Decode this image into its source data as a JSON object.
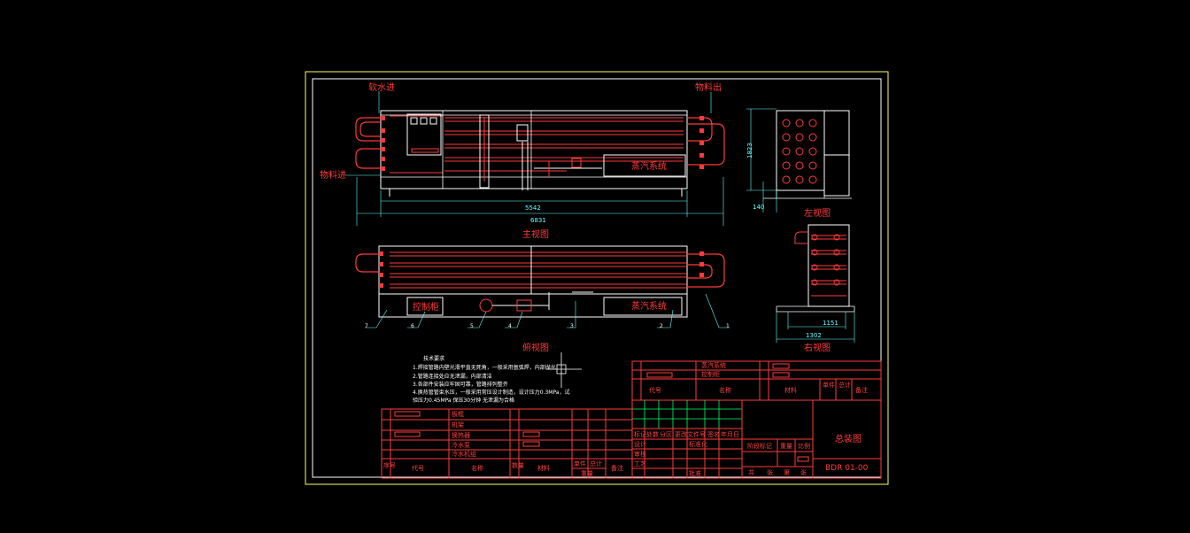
{
  "views": {
    "front": "主视图",
    "top": "俯视图",
    "left": "左视图",
    "right": "右视图"
  },
  "callouts": {
    "feed_out": "物料出",
    "feed_in": "物料进",
    "water_in": "软水进",
    "steam_system": "蒸汽系统",
    "control_box": "控制柜",
    "steam_system_top": "蒸汽系统"
  },
  "dimensions": {
    "overall_length": "6831",
    "inner_length": "5542",
    "height": "1823",
    "foot": "140",
    "right_width_outer": "1302",
    "right_width_inner": "1151"
  },
  "part_numbers": [
    "7",
    "6",
    "5",
    "4",
    "3",
    "2",
    "1"
  ],
  "notes": {
    "title": "技术要求",
    "lines": [
      "1.焊接管路内壁光滑平直无死角，一般采用氩弧焊，内部抛光",
      "2.管路连接处应无泄漏，内部清洁",
      "3.各部件安装应牢固可靠，管路排列整齐",
      "4.换热管管束水压，一般采用常压设计制造，设计压力0.3MPa，试",
      "验压力0.45MPa 保压30分钟 无泄漏为合格"
    ]
  },
  "title_block": {
    "drawing_name": "总装图",
    "drawing_no": "BDR 01-00",
    "bom_upper": [
      "蒸汽系统",
      "控制柜"
    ],
    "bom_lower": [
      "板框",
      "机架",
      "换热器",
      "冷水泵",
      "冷水机组"
    ],
    "header": {
      "seq": "序号",
      "code": "代号",
      "name": "名称",
      "qty": "数量",
      "material": "材料",
      "single": "单件",
      "total": "总计",
      "weight": "重量",
      "remark": "备注"
    },
    "approval": {
      "mark": "标记",
      "count": "处数",
      "zone": "分区",
      "change_no": "更改文件号",
      "sign": "签名",
      "date": "年月日",
      "design": "设计",
      "standard": "标准化",
      "check": "审核",
      "process": "工艺",
      "approve": "批准",
      "stage": "阶段标记",
      "weight": "重量",
      "scale": "比例",
      "sheets": "共",
      "sheet": "张",
      "of": "第"
    }
  }
}
